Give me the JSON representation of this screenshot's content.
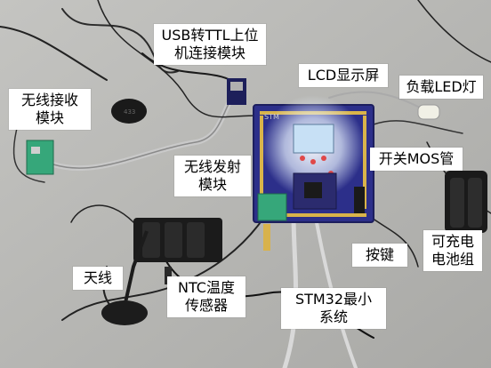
{
  "labels": {
    "usb_ttl": [
      "USB转TTL上位",
      "机连接模块"
    ],
    "lcd": [
      "LCD显示屏"
    ],
    "load_led": [
      "负载LED灯"
    ],
    "wireless_rx": [
      "无线接收",
      "模块"
    ],
    "mos_switch": [
      "开关MOS管"
    ],
    "wireless_tx": [
      "无线发射",
      "模块"
    ],
    "key": [
      "按键"
    ],
    "battery": [
      "可充电",
      "电池组"
    ],
    "antenna": [
      "天线"
    ],
    "ntc": [
      "NTC温度",
      "传感器"
    ],
    "stm32": [
      "STM32最小",
      "系统"
    ]
  },
  "colors": {
    "pcb": "#2c2f8a",
    "led_halo": "#e9f4ff",
    "module_green": "#36a77a",
    "background": "#b9b9b6"
  },
  "decorations": {
    "rx_module_text": "433",
    "pcb_text": "STM"
  }
}
